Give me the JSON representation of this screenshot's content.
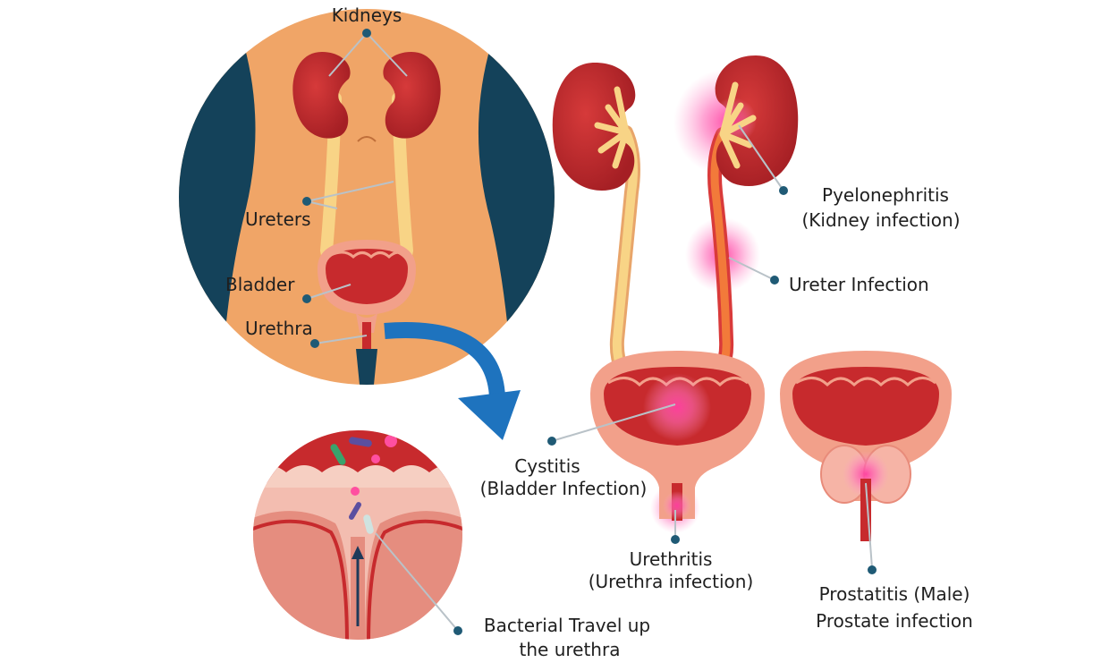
{
  "labels": {
    "kidneys": "Kidneys",
    "ureters": "Ureters",
    "bladder": "Bladder",
    "urethra": "Urethra",
    "pyelonephritis": "Pyelonephritis",
    "kidney_infection": "(Kidney infection)",
    "ureter_infection": "Ureter Infection",
    "cystitis": "Cystitis",
    "bladder_infection": "(Bladder Infection)",
    "urethritis": "Urethritis",
    "urethra_infection": "(Urethra infection)",
    "prostatitis": "Prostatitis (Male)",
    "prostate_infection": "Prostate infection",
    "bacterial_line1": "Bacterial Travel up",
    "bacterial_line2": "the urethra"
  },
  "colors": {
    "skin": "#f0a567",
    "skin_light": "#f7c08a",
    "body_navy": "#14425a",
    "organ_red": "#c72a2d",
    "organ_dark": "#a51f24",
    "bladder_wall": "#f2a08a",
    "ureter_yellow": "#f8d486",
    "infection_pink": "#ff3fa0",
    "arrow_blue": "#1e73be",
    "leader": "#1f5a75",
    "label_text": "#1f1f1f"
  }
}
